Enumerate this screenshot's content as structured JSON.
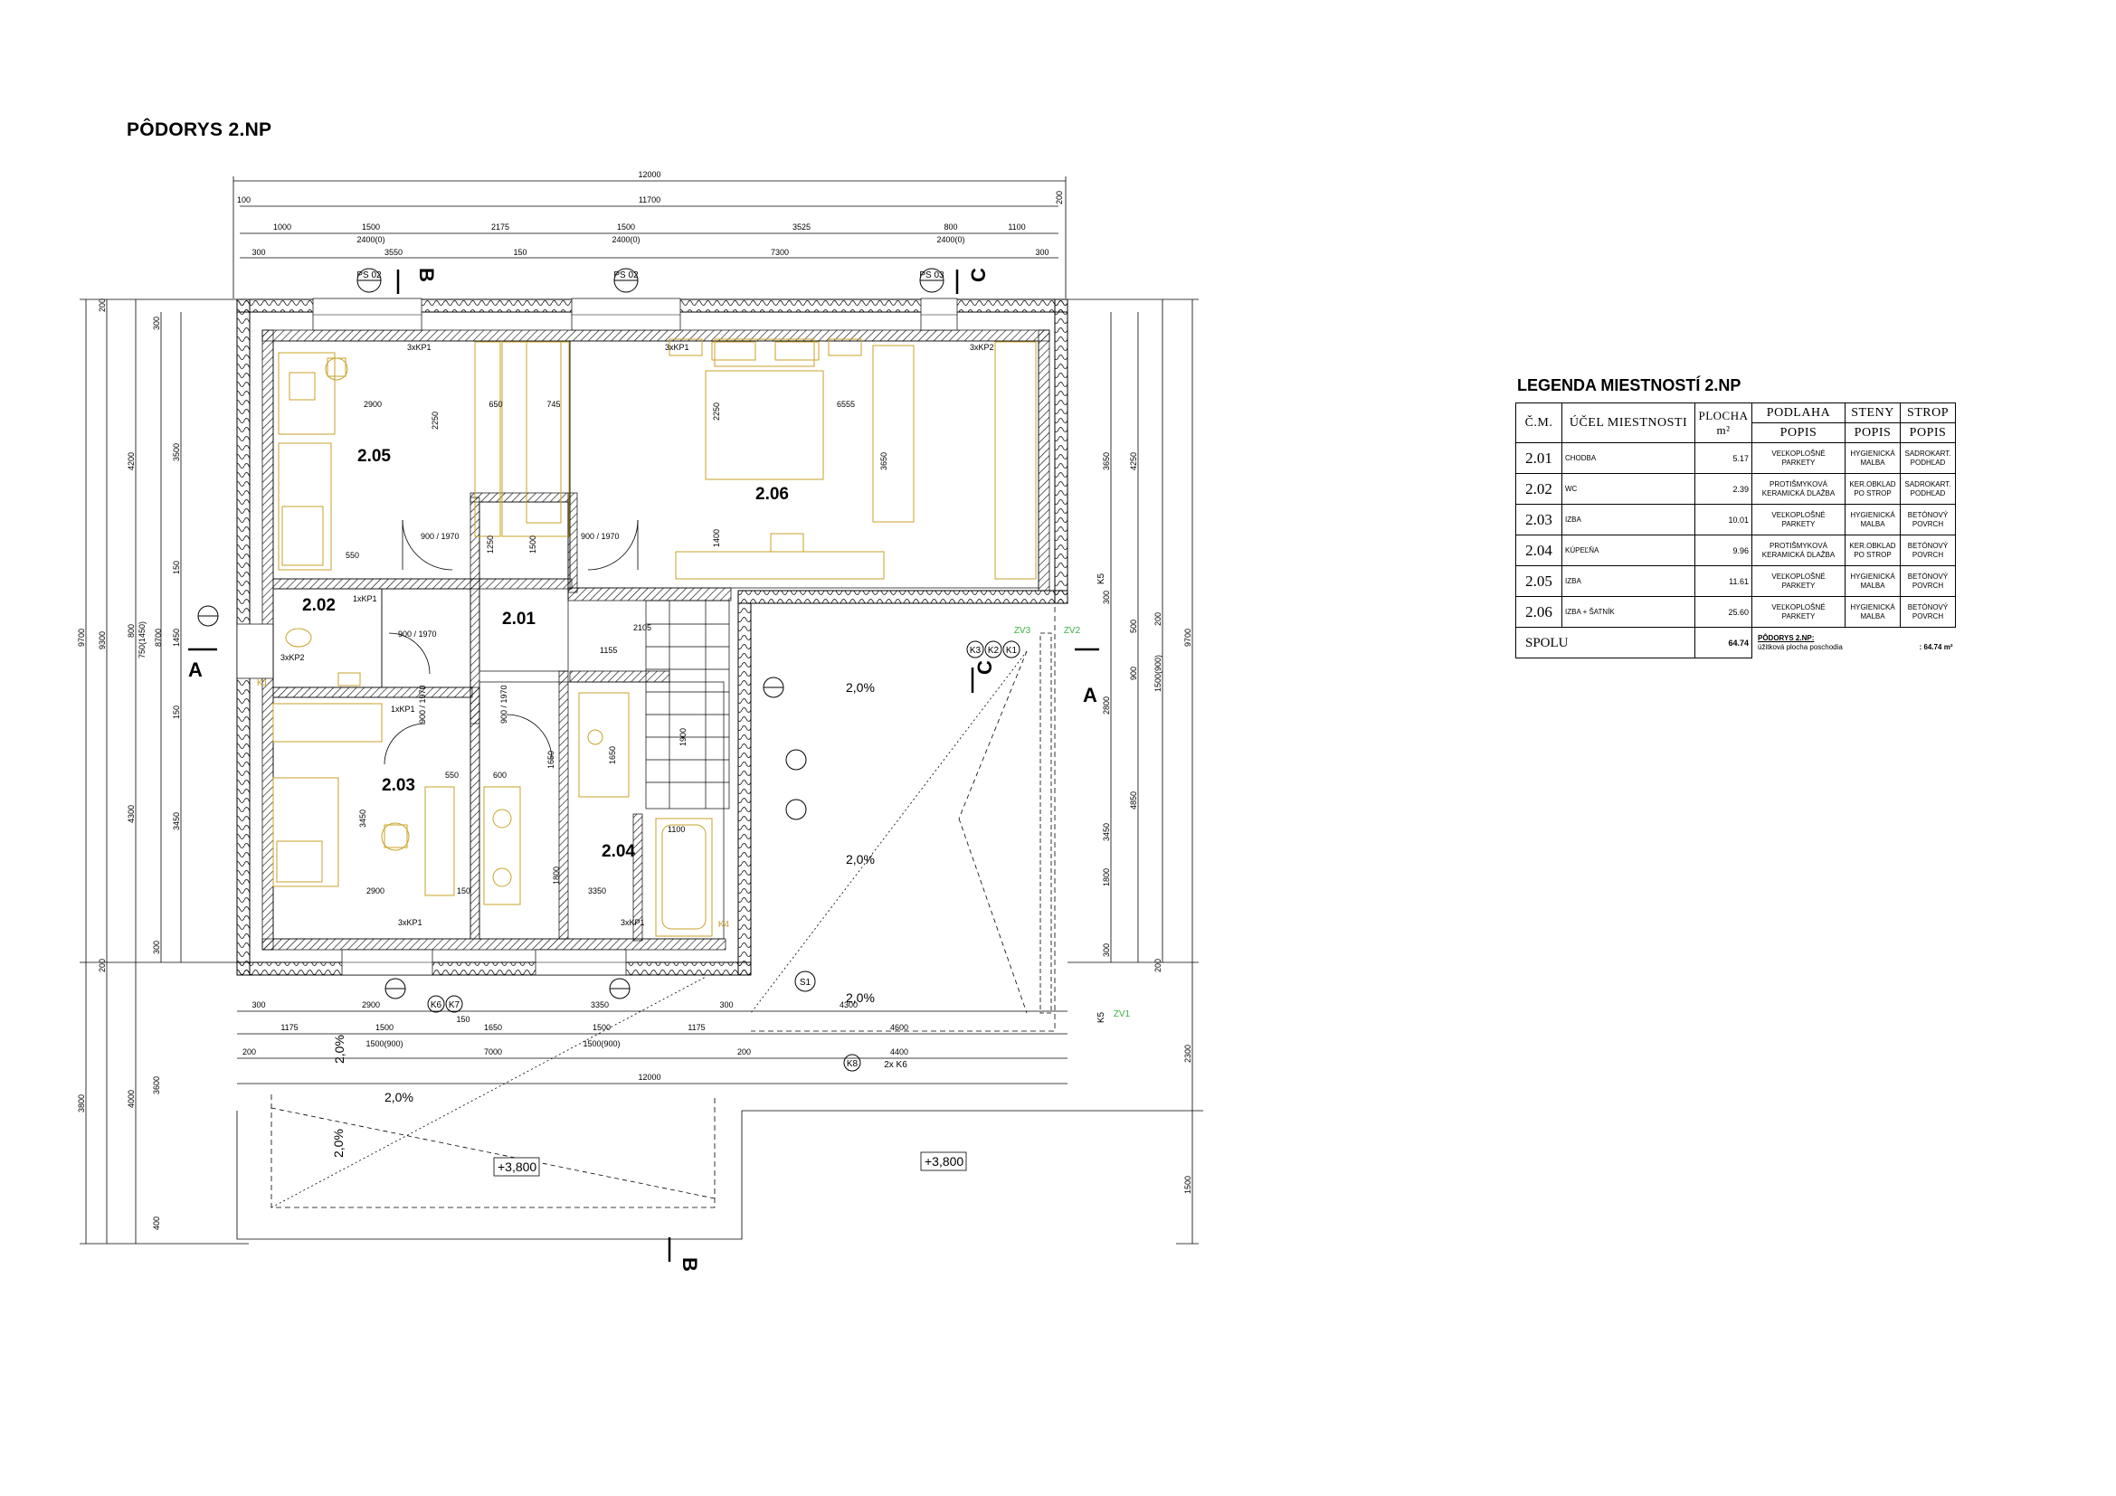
{
  "drawing_title": "PÔDORYS 2.NP",
  "rooms": [
    {
      "id": "2.05"
    },
    {
      "id": "2.06"
    },
    {
      "id": "2.02"
    },
    {
      "id": "2.01"
    },
    {
      "id": "2.03"
    },
    {
      "id": "2.04"
    }
  ],
  "top_dims": {
    "overall": "12000",
    "inner": "11700",
    "edge": [
      "100",
      "200"
    ],
    "row3": [
      "1000",
      "1500",
      "2175",
      "1500",
      "3525",
      "800",
      "1100"
    ],
    "openings": [
      "2400(0)",
      "2400(0)",
      "2400(0)"
    ],
    "row4": [
      "300",
      "3550",
      "150",
      "7300",
      "300"
    ]
  },
  "bottom_dims": {
    "row1": [
      "300",
      "2900",
      "150",
      "3350",
      "300",
      "4300"
    ],
    "row2": [
      "1175",
      "1500",
      "1650",
      "1500",
      "1175",
      "4600"
    ],
    "openings": [
      "1500(900)",
      "1500(900)"
    ],
    "row3": [
      "200",
      "7000",
      "200",
      "4400"
    ],
    "overall": "12000"
  },
  "left_dims": [
    "200",
    "300",
    "3500",
    "4200",
    "150",
    "1450",
    "750(1450)",
    "8700",
    "800",
    "9300",
    "9700",
    "150",
    "3450",
    "4300",
    "300",
    "200",
    "3600",
    "4000",
    "3800",
    "400"
  ],
  "right_dims": [
    "3650",
    "4250",
    "300",
    "500",
    "200",
    "900",
    "1500(900)",
    "2800",
    "3450",
    "4850",
    "1800",
    "300",
    "200",
    "9700",
    "2300",
    "1500"
  ],
  "section_marks": [
    "PS 02",
    "PS 02",
    "PS 03",
    "A",
    "A",
    "B",
    "B",
    "C",
    "C"
  ],
  "door_labels": [
    "900 / 1970",
    "900 / 1970",
    "900 / 1970",
    "900 / 1970",
    "900 / 1970"
  ],
  "roof_slopes": [
    "2,0%",
    "2,0%",
    "2,0%",
    "2,0%",
    "2,0%",
    "2,0%"
  ],
  "levels": [
    "+3,800",
    "+3,800"
  ],
  "tags": [
    "3xKP1",
    "3xKP1",
    "3xKP2",
    "1xKP1",
    "3xKP2",
    "1xKP1",
    "3xKP1",
    "3xKP1",
    "S1",
    "K8",
    "2x K6",
    "K6",
    "K7",
    "K1",
    "K2",
    "K3",
    "K4",
    "K5",
    "ZV1",
    "ZV2",
    "ZV3"
  ],
  "inner_dims": [
    "2900",
    "650",
    "745",
    "6555",
    "2250",
    "2250",
    "3650",
    "1400",
    "550",
    "1500",
    "1250",
    "2105",
    "1155",
    "1650",
    "600",
    "550",
    "150",
    "2900",
    "3450",
    "1800",
    "3350",
    "1100",
    "1900",
    "1650"
  ],
  "legend": {
    "title": "LEGENDA MIESTNOSTÍ 2.NP",
    "headers": {
      "cm": "Č.M.",
      "use": "ÚČEL MIESTNOSTI",
      "area": "PLOCHA",
      "area_unit": "m²",
      "floor": "PODLAHA",
      "walls": "STENY",
      "ceiling": "STROP",
      "popis": "POPIS"
    },
    "rows": [
      {
        "num": "2.01",
        "use": "CHODBA",
        "area": "5.17",
        "floor": "VEĽKOPLOŠNÉ PARKETY",
        "walls": "HYGIENICKÁ MALBA",
        "ceiling": "SADROKART. PODHĽAD"
      },
      {
        "num": "2.02",
        "use": "WC",
        "area": "2.39",
        "floor": "PROTIŠMYKOVÁ KERAMICKÁ DLAŽBA",
        "walls": "KER.OBKLAD PO STROP",
        "ceiling": "SADROKART. PODHĽAD"
      },
      {
        "num": "2.03",
        "use": "IZBA",
        "area": "10.01",
        "floor": "VEĽKOPLOŠNÉ PARKETY",
        "walls": "HYGIENICKÁ MALBA",
        "ceiling": "BETÓNOVÝ POVRCH"
      },
      {
        "num": "2.04",
        "use": "KÚPEĽŇA",
        "area": "9.96",
        "floor": "PROTIŠMYKOVÁ KERAMICKÁ DLAŽBA",
        "walls": "KER.OBKLAD PO STROP",
        "ceiling": "BETÓNOVÝ POVRCH"
      },
      {
        "num": "2.05",
        "use": "IZBA",
        "area": "11.61",
        "floor": "VEĽKOPLOŠNÉ PARKETY",
        "walls": "HYGIENICKÁ MALBA",
        "ceiling": "BETÓNOVÝ POVRCH"
      },
      {
        "num": "2.06",
        "use": "IZBA + ŠATNÍK",
        "area": "25.60",
        "floor": "VEĽKOPLOŠNÉ PARKETY",
        "walls": "HYGIENICKÁ MALBA",
        "ceiling": "BETÓNOVÝ POVRCH"
      }
    ],
    "sum_label": "SPOLU",
    "sum_area": "64.74",
    "note_title": "PÔDORYS 2.NP:",
    "note_text": "úžitková plocha poschodia",
    "note_value": ": 64.74 m²"
  },
  "colors": {
    "furniture": "#c9a227",
    "wall": "#000000",
    "green": "#3cb043"
  }
}
